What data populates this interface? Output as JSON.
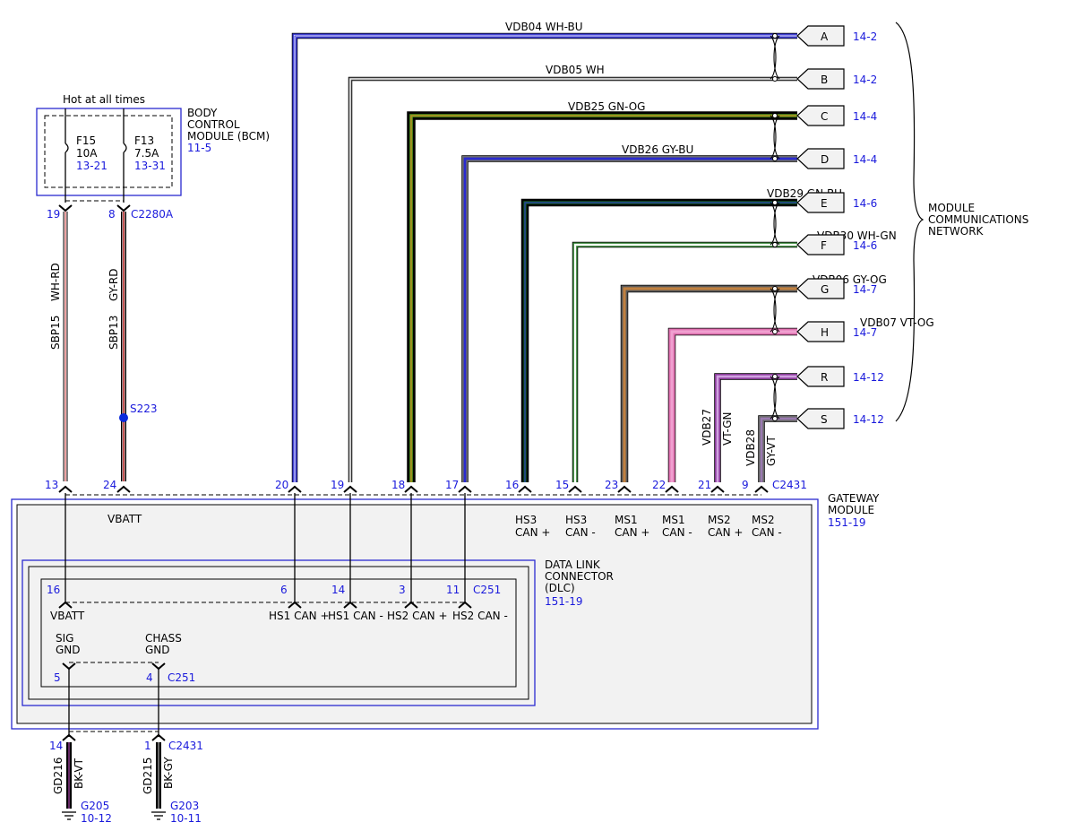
{
  "title": "",
  "colors": {
    "blue_ref": "#1a1adc",
    "module_box": "#2a2ad0",
    "module_fill": "#f2f2f2",
    "splice": "#0a2adc"
  },
  "bcm": {
    "hot_label": "Hot at all times",
    "name_lines": [
      "BODY",
      "CONTROL",
      "MODULE (BCM)"
    ],
    "ref": "11-5",
    "fuses": [
      {
        "id": "F15",
        "rating": "10A",
        "ref": "13-21"
      },
      {
        "id": "F13",
        "rating": "7.5A",
        "ref": "13-31"
      }
    ],
    "pins": [
      {
        "num": "19"
      },
      {
        "num": "8"
      }
    ],
    "connector": "C2280A"
  },
  "power_wires": [
    {
      "circuit": "SBP15",
      "color": "WH-RD"
    },
    {
      "circuit": "SBP13",
      "color": "GY-RD"
    }
  ],
  "splice": "S223",
  "network_wires": [
    {
      "circuit": "VDB04",
      "color": "WH-BU",
      "letter": "A",
      "ref": "14-2",
      "pin": "20"
    },
    {
      "circuit": "VDB05",
      "color": "WH",
      "letter": "B",
      "ref": "14-2",
      "pin": "19"
    },
    {
      "circuit": "VDB25",
      "color": "GN-OG",
      "letter": "C",
      "ref": "14-4",
      "pin": "18"
    },
    {
      "circuit": "VDB26",
      "color": "GY-BU",
      "letter": "D",
      "ref": "14-4",
      "pin": "17"
    },
    {
      "circuit": "VDB29",
      "color": "GN-BU",
      "letter": "E",
      "ref": "14-6",
      "pin": "16"
    },
    {
      "circuit": "VDB30",
      "color": "WH-GN",
      "letter": "F",
      "ref": "14-6",
      "pin": "15"
    },
    {
      "circuit": "VDB06",
      "color": "GY-OG",
      "letter": "G",
      "ref": "14-7",
      "pin": "23"
    },
    {
      "circuit": "VDB07",
      "color": "VT-OG",
      "letter": "H",
      "ref": "14-7",
      "pin": "22"
    },
    {
      "circuit": "VDB27",
      "color": "VT-GN",
      "letter": "R",
      "ref": "14-12",
      "pin": "21"
    },
    {
      "circuit": "VDB28",
      "color": "GY-VT",
      "letter": "S",
      "ref": "14-12",
      "pin": "9"
    }
  ],
  "network_label": [
    "MODULE",
    "COMMUNICATIONS",
    "NETWORK"
  ],
  "gateway": {
    "name_lines": [
      "GATEWAY",
      "MODULE"
    ],
    "ref": "151-19",
    "connector": "C2431",
    "vbatt_pins": [
      "13",
      "24"
    ],
    "vbatt_label": "VBATT",
    "can_labels": [
      [
        "HS3",
        "CAN +"
      ],
      [
        "HS3",
        "CAN -"
      ],
      [
        "MS1",
        "CAN +"
      ],
      [
        "MS1",
        "CAN -"
      ],
      [
        "MS2",
        "CAN +"
      ],
      [
        "MS2",
        "CAN -"
      ]
    ]
  },
  "dlc": {
    "name_lines": [
      "DATA LINK",
      "CONNECTOR",
      "(DLC)"
    ],
    "ref": "151-19",
    "connector": "C251",
    "pins": [
      {
        "num": "16",
        "label": "VBATT"
      },
      {
        "num": "6",
        "label": "HS1 CAN +"
      },
      {
        "num": "14",
        "label": "HS1 CAN -"
      },
      {
        "num": "3",
        "label": "HS2 CAN +"
      },
      {
        "num": "11",
        "label": "HS2 CAN -"
      }
    ],
    "gnd_pins": [
      {
        "num": "5",
        "label": [
          "SIG",
          "GND"
        ]
      },
      {
        "num": "4",
        "label": [
          "CHASS",
          "GND"
        ]
      }
    ],
    "gnd_connector": "C251"
  },
  "ground_wires": [
    {
      "pin": "14",
      "circuit": "GD216",
      "color": "BK-VT",
      "ground": "G205",
      "ref": "10-12"
    },
    {
      "pin": "1",
      "circuit": "GD215",
      "color": "BK-GY",
      "ground": "G203",
      "ref": "10-11"
    }
  ],
  "ground_connector": "C2431"
}
